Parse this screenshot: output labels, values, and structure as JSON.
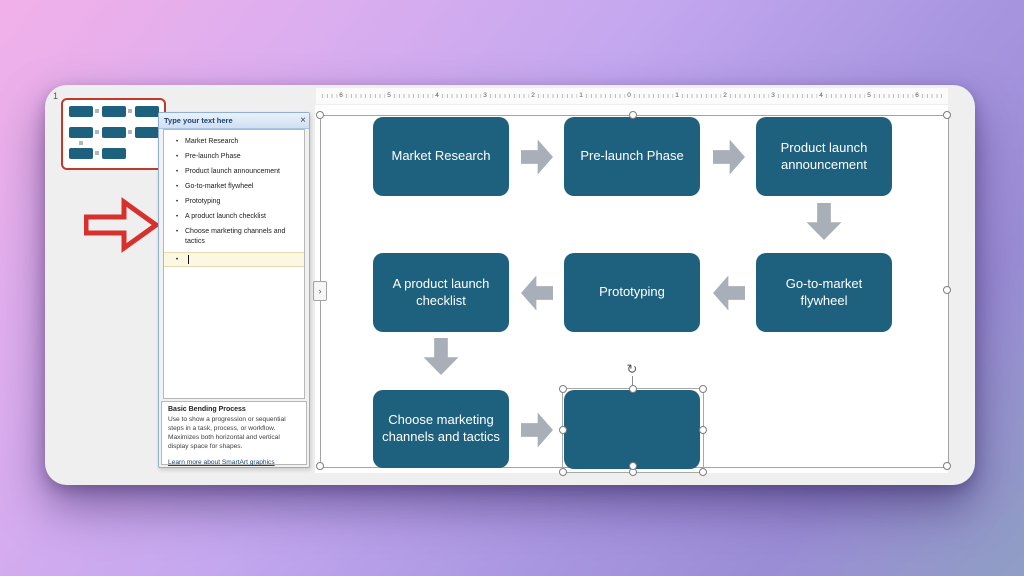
{
  "app": {
    "slide_number": "1"
  },
  "icons": {
    "bullet": "•",
    "close": "×",
    "pane_toggle": "›",
    "rotate": "↻"
  },
  "text_pane": {
    "title": "Type your text here",
    "bullets": [
      "Market Research",
      "Pre-launch Phase",
      "Product launch announcement",
      "Go-to-market flywheel",
      "Prototyping",
      "A product launch checklist",
      "Choose marketing channels and tactics"
    ],
    "info_title": "Basic Bending Process",
    "info_description": "Use to show a progression or sequential steps in a task, process, or workflow. Maximizes both horizontal and vertical display space for shapes.",
    "info_link": "Learn more about SmartArt graphics"
  },
  "ruler": {
    "ticks": [
      "6",
      "5",
      "4",
      "3",
      "2",
      "1",
      "0",
      "1",
      "2",
      "3",
      "4",
      "5",
      "6"
    ]
  },
  "diagram": {
    "layout_name": "Basic Bending Process",
    "boxes": [
      "Market Research",
      "Pre-launch Phase",
      "Product launch announcement",
      "A product launch checklist",
      "Prototyping",
      "Go-to-market flywheel",
      "Choose marketing channels and tactics",
      ""
    ],
    "colors": {
      "shape_fill": "#1E617E",
      "shape_text": "#FFFFFF",
      "flow_arrow": "#A9AFB8",
      "annotation_arrow": "#D7312E",
      "thumbnail_border": "#C0392B"
    }
  }
}
